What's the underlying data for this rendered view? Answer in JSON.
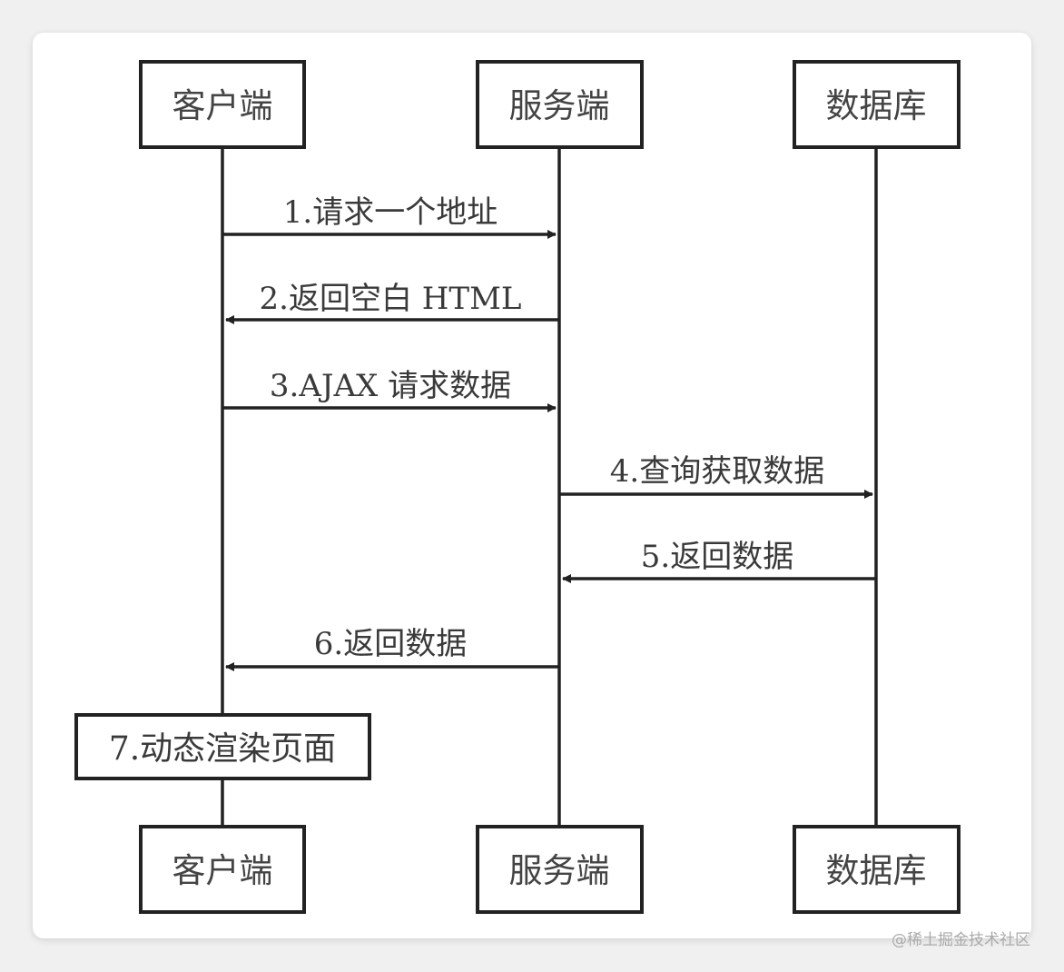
{
  "participants": [
    {
      "id": "client",
      "label": "客户端"
    },
    {
      "id": "server",
      "label": "服务端"
    },
    {
      "id": "database",
      "label": "数据库"
    }
  ],
  "messages": [
    {
      "label": "1.请求一个地址",
      "from": "client",
      "to": "server"
    },
    {
      "label": "2.返回空白 HTML",
      "from": "server",
      "to": "client"
    },
    {
      "label": "3.AJAX 请求数据",
      "from": "client",
      "to": "server"
    },
    {
      "label": "4.查询获取数据",
      "from": "server",
      "to": "database"
    },
    {
      "label": "5.返回数据",
      "from": "database",
      "to": "server"
    },
    {
      "label": "6.返回数据",
      "from": "server",
      "to": "client"
    }
  ],
  "note": {
    "label": "7.动态渲染页面",
    "on": "client"
  },
  "watermark": "@稀土掘金技术社区",
  "colors": {
    "line": "#222222",
    "text": "#3a3a3a",
    "background": "#ffffff"
  }
}
